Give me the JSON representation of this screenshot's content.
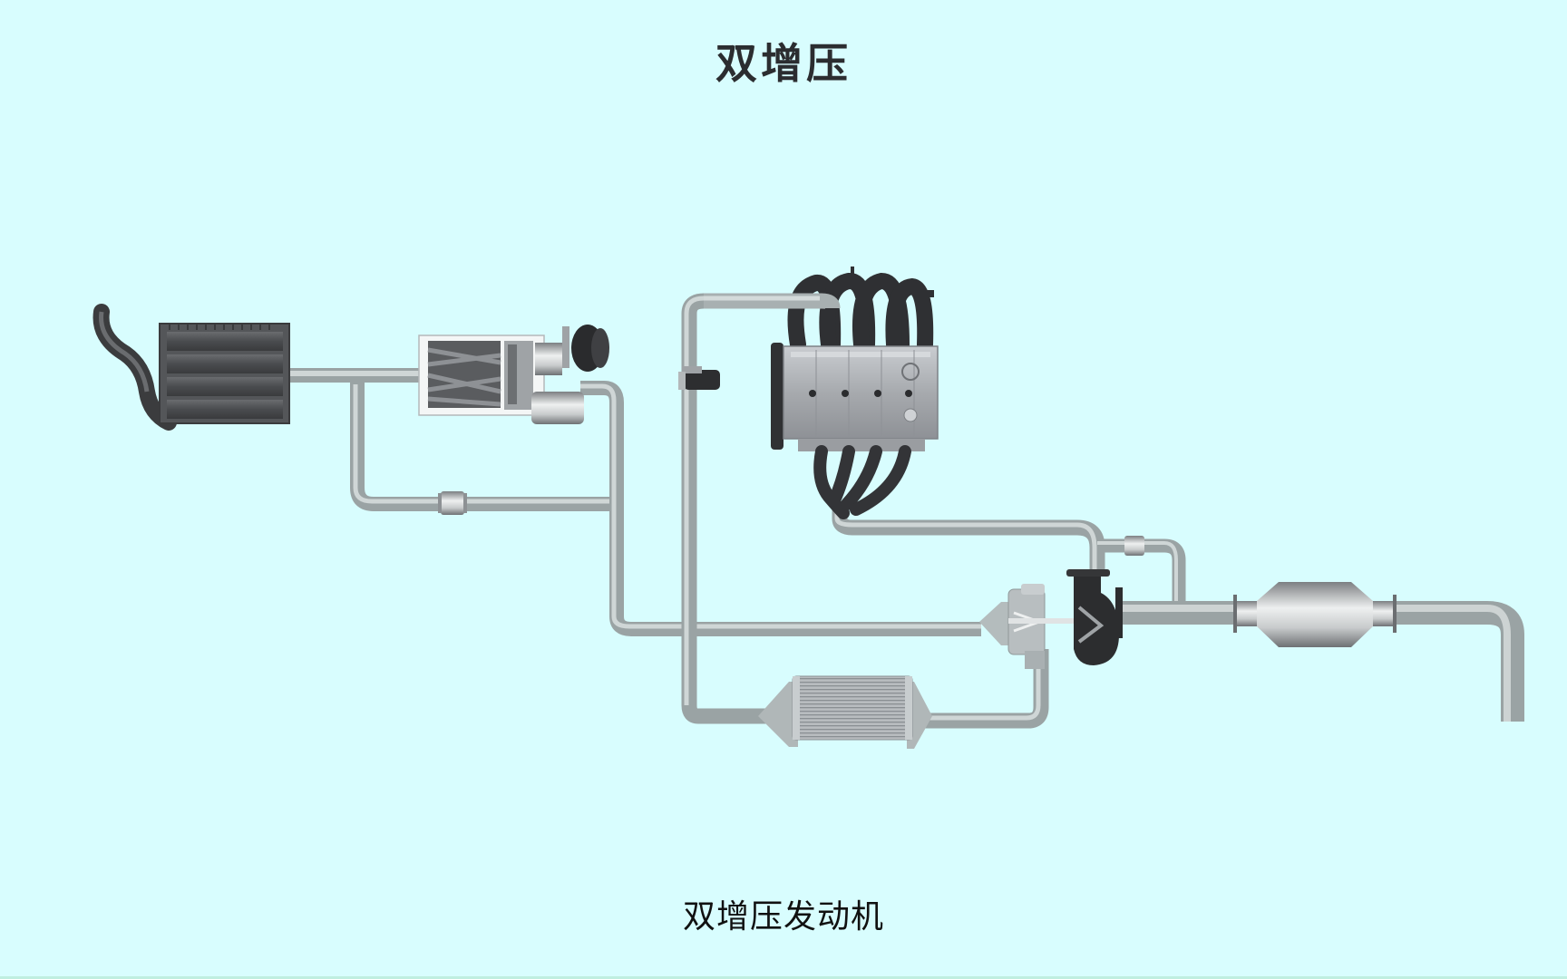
{
  "header": {
    "title": "双增压"
  },
  "caption": {
    "text": "双增压发动机"
  },
  "diagram": {
    "components": [
      {
        "id": "air-intake",
        "icon": "intake-pipe-icon"
      },
      {
        "id": "air-filter",
        "icon": "air-filter-icon"
      },
      {
        "id": "supercharger",
        "icon": "supercharger-icon"
      },
      {
        "id": "bypass-valve",
        "icon": "valve-icon"
      },
      {
        "id": "throttle-body",
        "icon": "throttle-icon"
      },
      {
        "id": "engine",
        "icon": "engine-block-icon"
      },
      {
        "id": "turbocharger",
        "icon": "turbocharger-icon"
      },
      {
        "id": "intercooler",
        "icon": "intercooler-icon"
      },
      {
        "id": "wastegate",
        "icon": "wastegate-icon"
      },
      {
        "id": "catalytic-converter",
        "icon": "catalytic-converter-icon"
      },
      {
        "id": "exhaust-outlet",
        "icon": "exhaust-pipe-icon"
      }
    ],
    "colors": {
      "background": "#d8fdfe",
      "pipe": "#b4bcbd",
      "pipe_dark": "#8f9899",
      "metal_dark": "#2e2f31",
      "engine_block": "#b9bcc0"
    }
  }
}
